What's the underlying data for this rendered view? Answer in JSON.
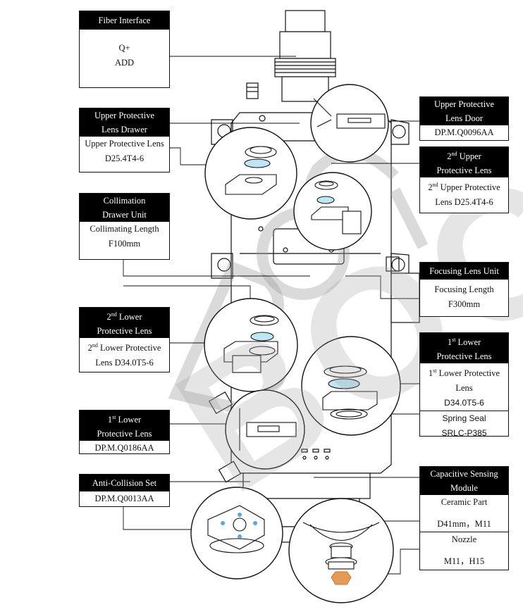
{
  "watermark": "BOCI",
  "labels": {
    "fiber_interface": {
      "title": "Fiber Interface",
      "line1": "Q+",
      "line2": "ADD"
    },
    "upper_drawer": {
      "title1": "Upper Protective",
      "title2": "Lens Drawer",
      "line1": "Upper Protective Lens",
      "line2": "D25.4T4-6"
    },
    "collimation": {
      "title1": "Collimation",
      "title2": "Drawer Unit",
      "line1": "Collimating Length",
      "line2": "F100mm"
    },
    "second_lower": {
      "title1_sup": "nd",
      "title1_num": "2",
      "title1_text": " Lower",
      "title2": "Protective Lens",
      "line1_num": "2",
      "line1_sup": "nd",
      "line1_text": " Lower Protective",
      "line2": "Lens D34.0T5-6"
    },
    "first_lower_left": {
      "title1_num": "1",
      "title1_sup": "st",
      "title1_text": " Lower",
      "title2": "Protective Lens",
      "line1": "DP.M.Q0186AA"
    },
    "anti_collision": {
      "title": "Anti-Collision Set",
      "line1": "DP.M.Q0013AA"
    },
    "upper_door": {
      "title1": "Upper Protective",
      "title2": "Lens Door",
      "line1": "DP.M.Q0096AA"
    },
    "second_upper": {
      "title1_num": "2",
      "title1_sup": "nd",
      "title1_text": " Upper",
      "title2": "Protective Lens",
      "line1_num": "2",
      "line1_sup": "nd",
      "line1_text": " Upper Protective",
      "line2": "Lens D25.4T4-6"
    },
    "focusing": {
      "title": "Focusing Lens Unit",
      "line1": "Focusing Length",
      "line2": "F300mm"
    },
    "first_lower_right": {
      "title1_num": "1",
      "title1_sup": "st",
      "title1_text": " Lower",
      "title2": "Protective Lens",
      "line1_num": "1",
      "line1_sup": "st",
      "line1_text": " Lower Protective",
      "line2": "Lens",
      "line3": "D34.0T5-6",
      "line4": "Spring Seal",
      "line5": "SRLC-P385"
    },
    "capacitive": {
      "title1": "Capacitive Sensing",
      "title2": "Module",
      "line1": "Ceramic Part",
      "line2": "D41mm，M11",
      "line3": "Nozzle",
      "line4": "M11，H15"
    }
  },
  "colors": {
    "line": "#111111",
    "header_bg": "#000000",
    "header_text": "#ffffff",
    "lens_blue": "#bfe6f5",
    "nozzle_orange": "#e59a55",
    "dot_blue": "#5aa7e0"
  }
}
